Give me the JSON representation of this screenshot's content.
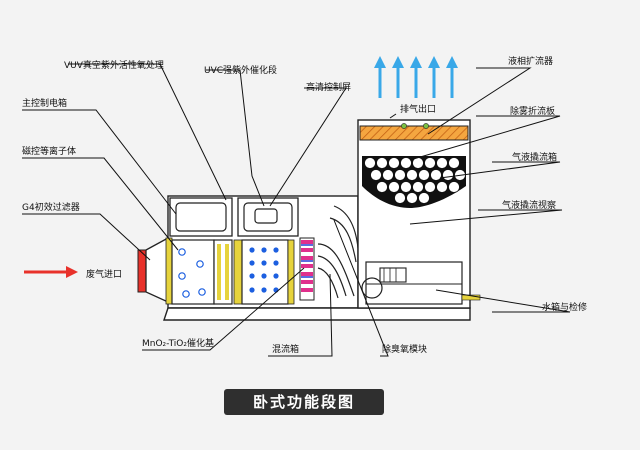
{
  "title": "卧式功能段图",
  "labels": {
    "vuv": "VUV真空紫外活性氧处理",
    "uvc": "UVC强紫外催化段",
    "high_clear": "高清控制屏",
    "main_box": "主控制电箱",
    "magnetic": "磁控等离子体",
    "g4": "G4初效过滤器",
    "inlet": "废气进口",
    "catalyst": "MnO₂-TiO₂催化基",
    "mix": "混流箱",
    "ozone": "除臭氧模块",
    "water": "水箱与检修",
    "outlet": "排气出口",
    "spray_filter": "液相扩流器",
    "demister": "除雾折流板",
    "gasliquid_box": "气液撬流箱",
    "gasliquid_view": "气液撬流视察"
  },
  "colors": {
    "arrow_red": "#e8312a",
    "arrow_blue": "#39a8e8",
    "orange": "#f28c28",
    "yellow": "#e6d33c",
    "dot_blue": "#1c5fe0",
    "magenta": "#e0308c",
    "dark": "#111111"
  },
  "icons": {
    "inlet_arrow": "red-arrow-right-icon",
    "outlet_arrows": "blue-arrow-up-icon"
  }
}
